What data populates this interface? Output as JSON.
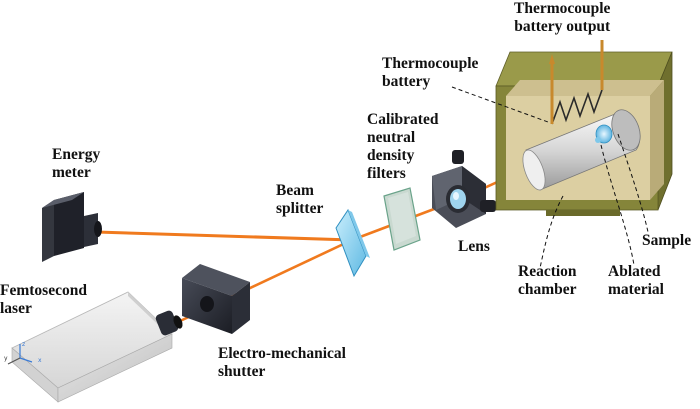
{
  "labels": {
    "thermocouple_battery_output": [
      "Thermocouple",
      "battery output"
    ],
    "thermocouple_battery": [
      "Thermocouple",
      "battery"
    ],
    "calibrated_filters": [
      "Calibrated",
      "neutral",
      "density",
      "filters"
    ],
    "energy_meter": [
      "Energy",
      "meter"
    ],
    "beam_splitter": [
      "Beam",
      "splitter"
    ],
    "lens": [
      "Lens"
    ],
    "sample": [
      "Sample"
    ],
    "reaction_chamber": [
      "Reaction",
      "chamber"
    ],
    "ablated_material": [
      "Ablated",
      "material"
    ],
    "femtosecond_laser": [
      "Femtosecond",
      "laser"
    ],
    "electro_mechanical_shutter": [
      "Electro-mechanical",
      "shutter"
    ]
  },
  "axis_triad": {
    "y": "y",
    "z": "z",
    "x": "x"
  },
  "colors": {
    "beam": "#f07a1e",
    "chamber_outer": "#8a8a3e",
    "chamber_inner": "#d9c99a",
    "splitter": "#9fd8f2",
    "filter": "#c9d9d0",
    "dark_device": "#2a2d36",
    "laser_body": "#e6e6e6",
    "electrode": "#c8892c"
  }
}
